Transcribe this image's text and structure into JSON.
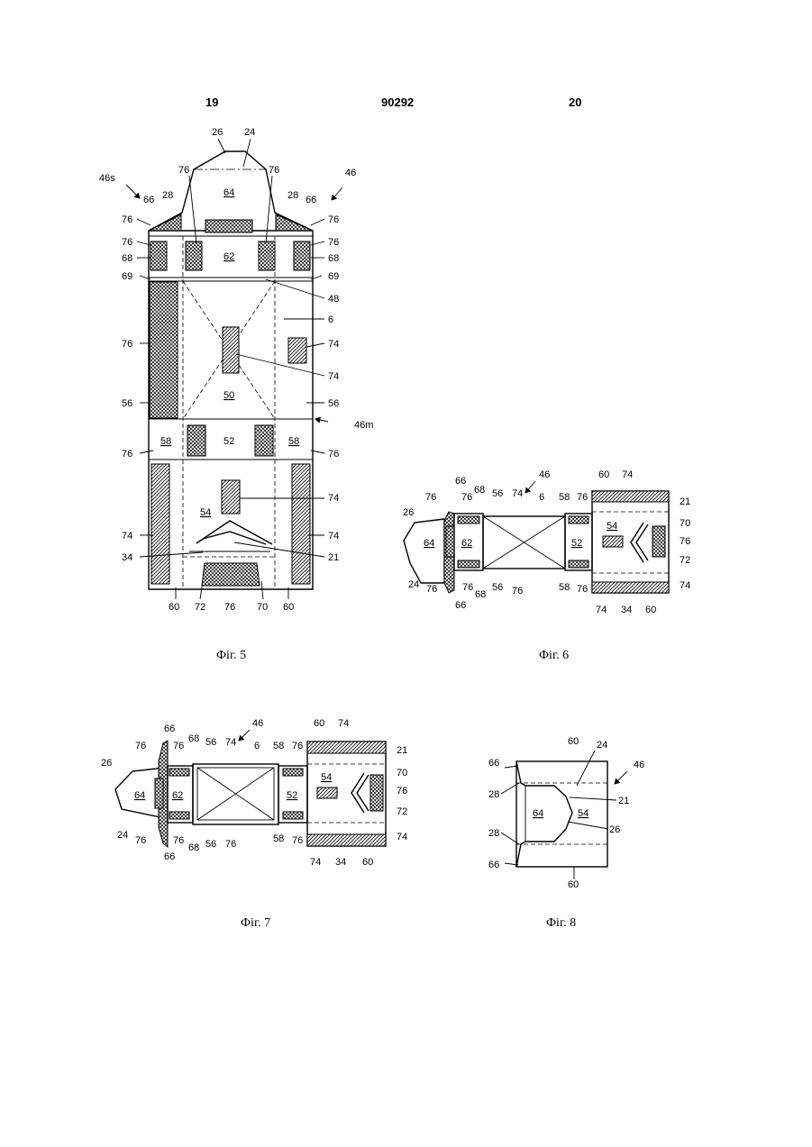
{
  "header": {
    "left_page": "19",
    "patent_no": "90292",
    "right_page": "20"
  },
  "fig5": {
    "caption": "Фіг. 5",
    "panel_labels": {
      "p64": "64",
      "p62": "62",
      "p50": "50",
      "p52": "52",
      "p58l": "58",
      "p58r": "58",
      "p54": "54"
    },
    "refs": {
      "r26": "26",
      "r24": "24",
      "r46s": "46s",
      "r46": "46",
      "r76tl": "76",
      "r76tr": "76",
      "r66l": "66",
      "r28l": "28",
      "r28r": "28",
      "r66r": "66",
      "r76l1": "76",
      "r76r1": "76",
      "r76l2": "76",
      "r76r2": "76",
      "r68l": "68",
      "r68r": "68",
      "r69l": "69",
      "r69r": "69",
      "r48": "48",
      "r6": "6",
      "r76l3": "76",
      "r74a": "74",
      "r74b": "74",
      "r56l": "56",
      "r56r": "56",
      "r46m": "46m",
      "r76l4": "76",
      "r76r4": "76",
      "r74c": "74",
      "r74l": "74",
      "r74r": "74",
      "r34": "34",
      "r21": "21",
      "r60l": "60",
      "r72": "72",
      "r76b": "76",
      "r70": "70",
      "r60r": "60"
    }
  },
  "fig6": {
    "caption": "Фіг. 6",
    "panel_labels": {
      "p64": "64",
      "p62": "62",
      "p52": "52",
      "p54": "54"
    },
    "refs": {
      "r66t": "66",
      "r46": "46",
      "r60t": "60",
      "r74t": "74",
      "r76a": "76",
      "r76b": "76",
      "r68a": "68",
      "r56a": "56",
      "r74a": "74",
      "r6": "6",
      "r58a": "58",
      "r76c": "76",
      "r21": "21",
      "r70": "70",
      "r76d": "76",
      "r72": "72",
      "r74d": "74",
      "r26": "26",
      "r24": "24",
      "r76e": "76",
      "r76f": "76",
      "r68b": "68",
      "r56b": "56",
      "r76g": "76",
      "r58b": "58",
      "r76h": "76",
      "r66b": "66",
      "r74e": "74",
      "r34": "34",
      "r60b": "60"
    }
  },
  "fig7": {
    "caption": "Фіг. 7",
    "panel_labels": {
      "p64": "64",
      "p62": "62",
      "p52": "52",
      "p54": "54"
    },
    "refs": {
      "r66t": "66",
      "r46": "46",
      "r60t": "60",
      "r74t": "74",
      "r76a": "76",
      "r76b": "76",
      "r68a": "68",
      "r56a": "56",
      "r74a": "74",
      "r6": "6",
      "r58a": "58",
      "r76c": "76",
      "r21": "21",
      "r26": "26",
      "r70": "70",
      "r76d": "76",
      "r72": "72",
      "r74d": "74",
      "r24": "24",
      "r76e": "76",
      "r76f": "76",
      "r68b": "68",
      "r56b": "56",
      "r76g": "76",
      "r58b": "58",
      "r76h": "76",
      "r66b": "66",
      "r74e": "74",
      "r34": "34",
      "r60b": "60"
    }
  },
  "fig8": {
    "caption": "Фіг. 8",
    "panel_labels": {
      "p64": "64",
      "p54": "54"
    },
    "refs": {
      "r60t": "60",
      "r24": "24",
      "r46": "46",
      "r66t": "66",
      "r28t": "28",
      "r21": "21",
      "r26": "26",
      "r28b": "28",
      "r66b": "66",
      "r60b": "60"
    }
  }
}
